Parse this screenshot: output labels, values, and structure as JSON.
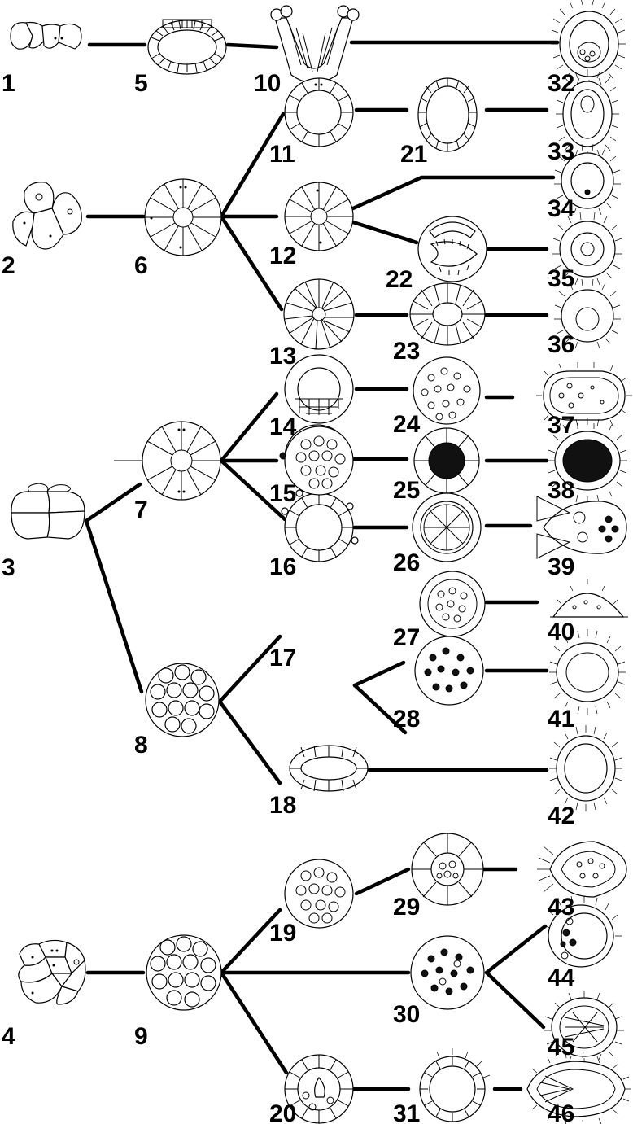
{
  "figure": {
    "stage_labels": [
      "1",
      "2",
      "3",
      "4",
      "5",
      "6",
      "7",
      "8",
      "9",
      "10",
      "11",
      "12",
      "13",
      "14",
      "15",
      "16",
      "17",
      "18",
      "19",
      "20",
      "21",
      "22",
      "23",
      "24",
      "25",
      "26",
      "27",
      "28",
      "29",
      "30",
      "31",
      "32",
      "33",
      "34",
      "35",
      "36",
      "37",
      "38",
      "39",
      "40",
      "41",
      "42",
      "43",
      "44",
      "45",
      "46"
    ]
  },
  "colors": {
    "ink": "#000000",
    "background": "#ffffff",
    "dark_fill": "#111111"
  }
}
